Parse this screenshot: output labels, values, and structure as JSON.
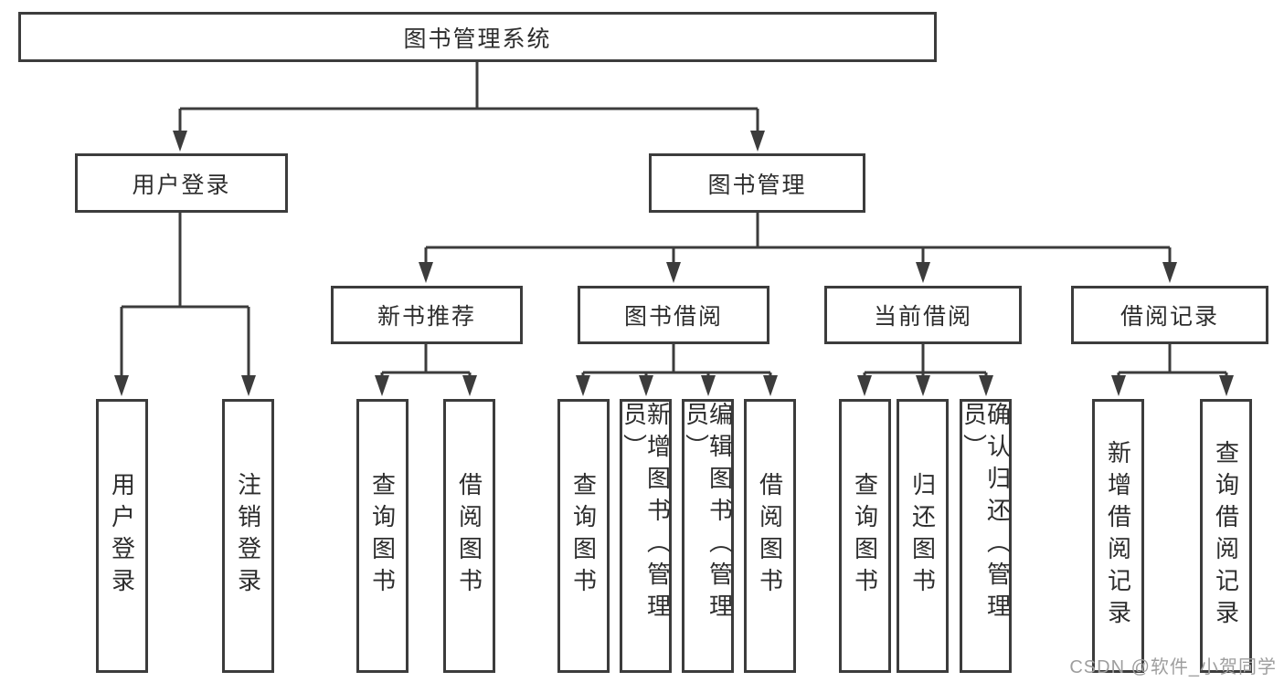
{
  "diagram": {
    "root": {
      "label": "图书管理系统"
    },
    "level2": [
      {
        "label": "用户登录"
      },
      {
        "label": "图书管理"
      }
    ],
    "level3": [
      {
        "label": "新书推荐"
      },
      {
        "label": "图书借阅"
      },
      {
        "label": "当前借阅"
      },
      {
        "label": "借阅记录"
      }
    ],
    "leaves": {
      "user_login": [
        {
          "label": "用户登录"
        },
        {
          "label": "注销登录"
        }
      ],
      "new_book_recommend": [
        {
          "label": "查询图书"
        },
        {
          "label": "借阅图书"
        }
      ],
      "book_borrow": [
        {
          "label": "查询图书"
        },
        {
          "label": "新增图书（管理员）"
        },
        {
          "label": "编辑图书（管理员）"
        },
        {
          "label": "借阅图书"
        }
      ],
      "current_borrow": [
        {
          "label": "查询图书"
        },
        {
          "label": "归还图书"
        },
        {
          "label": "确认归还（管理员）"
        }
      ],
      "borrow_record": [
        {
          "label": "新增借阅记录"
        },
        {
          "label": "查询借阅记录"
        }
      ]
    },
    "watermark": "CSDN @软件_小贺同学",
    "colors": {
      "line": "#3c3c3c",
      "text": "#2d2d2d",
      "watermark": "#9e9e9e",
      "background": "#ffffff"
    }
  }
}
